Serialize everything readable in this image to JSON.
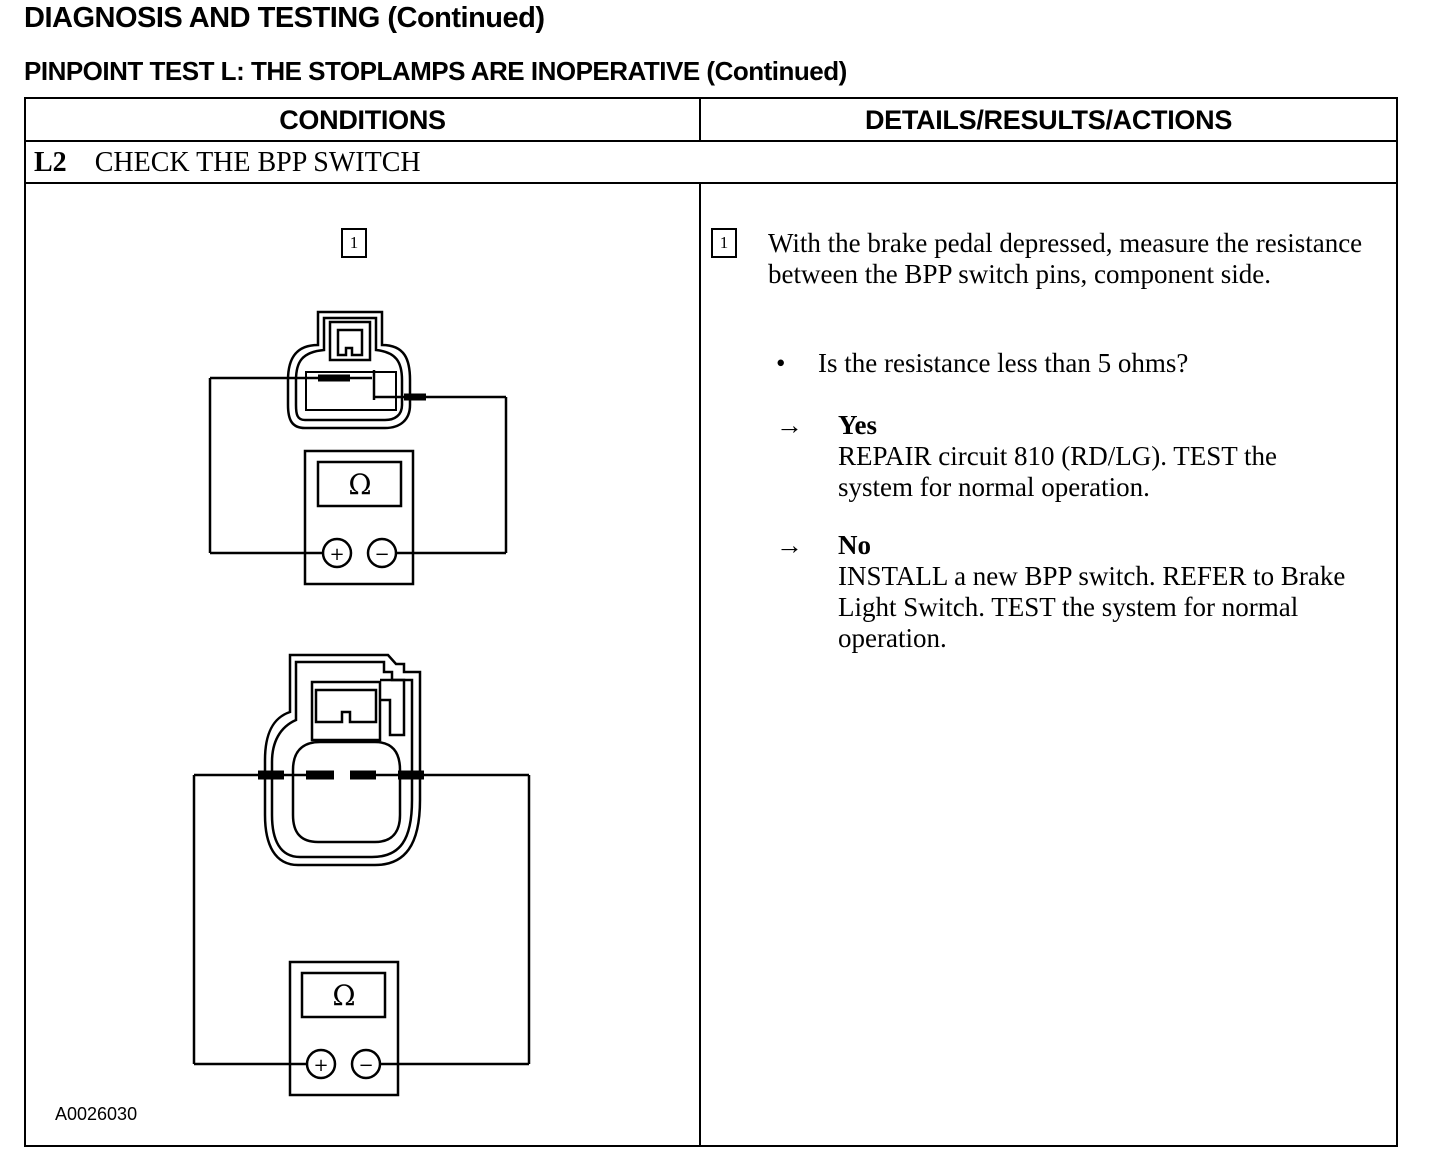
{
  "page": {
    "heading": "DIAGNOSIS AND TESTING (Continued)",
    "test_heading": "PINPOINT TEST L:  THE STOPLAMPS ARE INOPERATIVE (Continued)"
  },
  "table": {
    "col_conditions": "CONDITIONS",
    "col_details": "DETAILS/RESULTS/ACTIONS",
    "step_id": "L2",
    "step_title": "CHECK THE BPP SWITCH"
  },
  "conditions": {
    "callout": "1",
    "meter_symbol_top": "Ω",
    "meter_symbol_bottom": "Ω",
    "plus_symbol": "+",
    "minus_symbol": "−",
    "figure_id": "A0026030"
  },
  "details": {
    "callout": "1",
    "instruction": "With the brake pedal depressed, measure the resistance between the BPP switch pins, component side.",
    "bullet": "•",
    "question": "Is the resistance less than 5 ohms?",
    "arrow": "→",
    "results": [
      {
        "label": "Yes",
        "action": "REPAIR circuit 810 (RD/LG). TEST the system for normal operation."
      },
      {
        "label": "No",
        "action": "INSTALL a new BPP switch. REFER to Brake Light Switch. TEST the system for normal operation."
      }
    ]
  }
}
